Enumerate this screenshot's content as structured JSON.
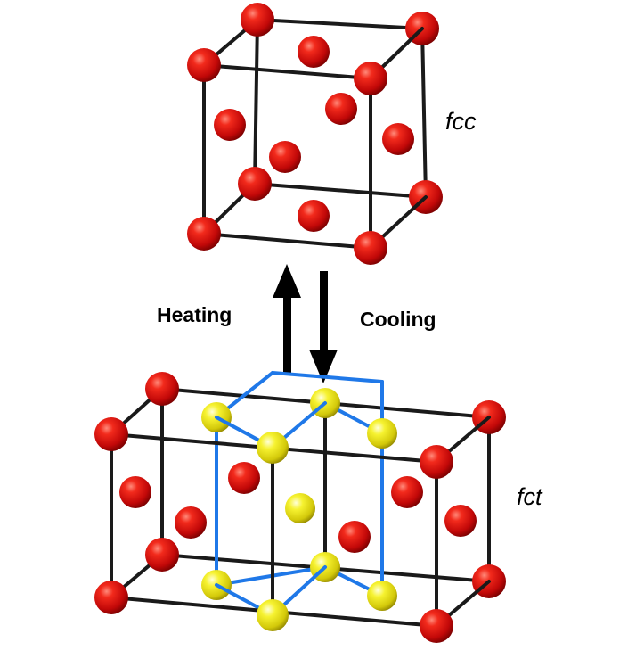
{
  "labels": {
    "top_structure": "fcc",
    "bottom_structure": "fct",
    "heating": "Heating",
    "cooling": "Cooling"
  },
  "colors": {
    "background": "#ffffff",
    "edge": "#1a1a1a",
    "red_atom": "#e01010",
    "yellow_atom": "#f2ee1a",
    "blue_bond": "#1f78e8",
    "arrow": "#000000"
  },
  "icons": {
    "up_arrow": "heating-up-arrow-icon",
    "down_arrow": "cooling-down-arrow-icon"
  }
}
